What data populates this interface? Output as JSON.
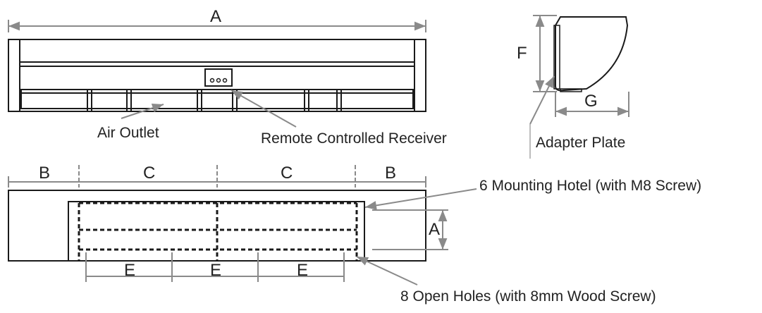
{
  "dimensions": {
    "A": "A",
    "B": "B",
    "C": "C",
    "E": "E",
    "F": "F",
    "G": "G"
  },
  "captions": {
    "air_outlet": "Air Outlet",
    "remote_receiver": "Remote Controlled Receiver",
    "adapter_plate": "Adapter Plate",
    "mounting_holes": "6 Mounting Hotel (with M8 Screw)",
    "open_holes": "8 Open Holes (with 8mm Wood Screw)"
  },
  "colors": {
    "outline": "#1a1a1a",
    "dimension_line": "#8a8a8a",
    "leader": "#8a8a8a",
    "text": "#222222"
  }
}
